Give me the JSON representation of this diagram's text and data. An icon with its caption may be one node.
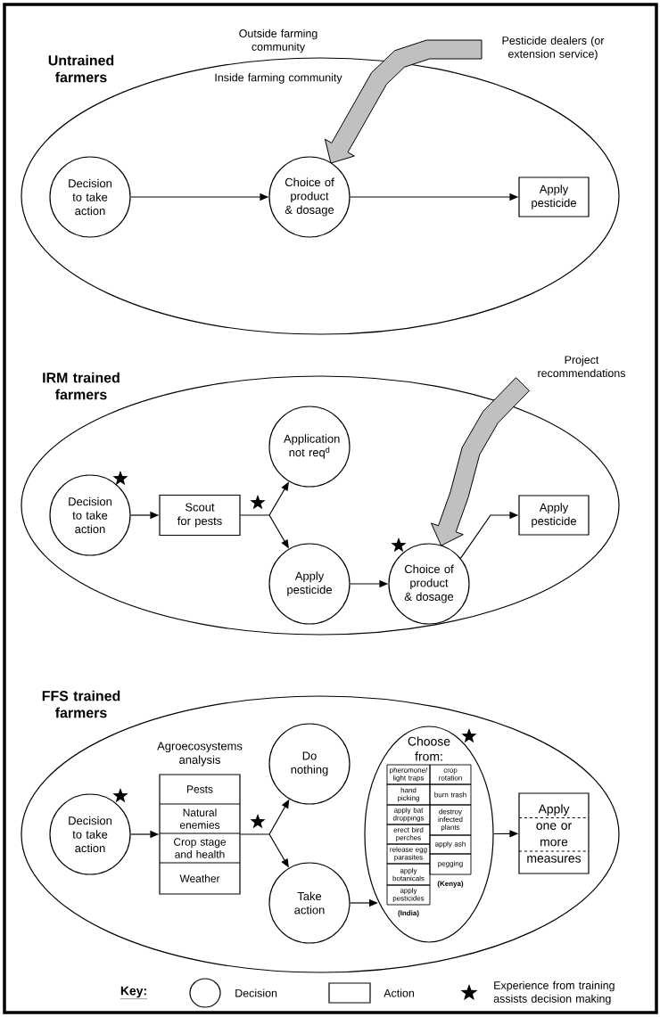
{
  "diagram": {
    "nodes": [
      {
        "text": [
          "Untrained farmers"
        ]
      },
      {
        "text": [
          "Decision to take action"
        ],
        "in": 0
      },
      {
        "text": [
          "Choice of product & dosage"
        ],
        "in": 0
      },
      {
        "text": [
          "Apply pesticide"
        ],
        "in": 0
      },
      {
        "text": [
          "Pesticide dealers (or extension service)"
        ]
      },
      {
        "text": [
          "IRM trained farmers"
        ]
      },
      {
        "text": [
          "Decision to take action"
        ],
        "in": 5
      },
      {
        "text": [
          "Scout for pests"
        ],
        "in": 5
      },
      {
        "text": [
          "Application not req$^{d}$"
        ],
        "in": 5
      },
      {
        "text": [
          "Apply pesticide"
        ],
        "in": 5
      },
      {
        "text": [
          "Choice of product & dosage"
        ],
        "in": 5
      },
      {
        "text": [
          "Apply pesticide"
        ],
        "in": 5
      },
      {
        "text": [
          "Project recommendations"
        ]
      },
      {
        "text": [
          "FFS trained farmers"
        ]
      },
      {
        "text": [
          "Decision to take action"
        ],
        "in": 13
      },
      {
        "text": [
          "Agroecosystems analysis",
          "Pests",
          "Natural enemies",
          "Crop stage and health",
          "Weather"
        ],
        "in": 13
      },
      {
        "text": [
          "Do nothing"
        ],
        "in": 13
      },
      {
        "text": [
          "Take action"
        ],
        "in": 13
      },
      {
        "text": [
          "Choose from:"
        ],
        "in": 13
      },
      {
        "text": [
          "pheromone/ light traps"
        ],
        "in": 18
      },
      {
        "text": [
          "hand picking"
        ],
        "in": 18
      },
      {
        "text": [
          "apply bat droppings"
        ],
        "in": 18
      },
      {
        "text": [
          "erect bird perches"
        ],
        "in": 18
      },
      {
        "text": [
          "release egg parasites"
        ],
        "in": 18
      },
      {
        "text": [
          "apply botanicals"
        ],
        "in": 18
      },
      {
        "text": [
          "apply pesticides"
        ],
        "in": 18
      },
      {
        "text": [
          "crop rotation"
        ],
        "in": 18
      },
      {
        "text": [
          "burn trash"
        ],
        "in": 18
      },
      {
        "text": [
          "destroy infected plants"
        ],
        "in": 18
      },
      {
        "text": [
          "apply ash"
        ],
        "in": 18
      },
      {
        "text": [
          "pegging"
        ],
        "in": 18
      },
      {
        "text": [
          "Apply one or more measures"
        ],
        "in": 13
      }
    ],
    "edges": [
      {
        "from": 1,
        "to": 2,
        "arrow": "to"
      },
      {
        "from": 2,
        "to": 3,
        "arrow": "to"
      },
      {
        "from": 4,
        "to": 2,
        "arrow": "to",
        "style": "thick",
        "color": "#c0c0c0"
      },
      {
        "from": 6,
        "to": 7,
        "arrow": "to"
      },
      {
        "from": 7,
        "to": 8,
        "arrow": "to"
      },
      {
        "from": 7,
        "to": 9,
        "arrow": "to"
      },
      {
        "from": 9,
        "to": 10,
        "arrow": "to"
      },
      {
        "from": 10,
        "to": 11,
        "arrow": "to"
      },
      {
        "from": 12,
        "to": 10,
        "arrow": "to",
        "style": "thick",
        "color": "#c0c0c0"
      },
      {
        "from": 14,
        "to": 15,
        "arrow": "to"
      },
      {
        "from": 15,
        "to": 16,
        "arrow": "to"
      },
      {
        "from": 15,
        "to": 17,
        "arrow": "to"
      },
      {
        "from": 17,
        "to": 18,
        "arrow": "to"
      },
      {
        "from": 18,
        "to": 31,
        "arrow": "to"
      }
    ],
    "labels": [
      "Outside farming community",
      "Inside farming community",
      "(India)",
      "(Kenya)",
      "Key:"
    ],
    "legend": [
      {
        "text": "Decision"
      },
      {
        "text": "Action"
      },
      {
        "text": "Experience from training assists decision making"
      }
    ]
  }
}
